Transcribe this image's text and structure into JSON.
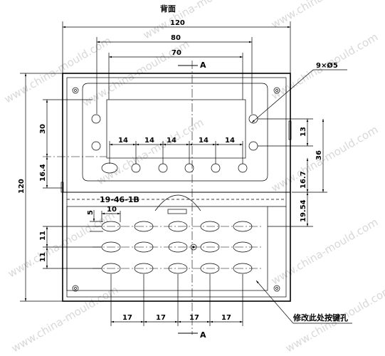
{
  "title": "背面",
  "watermark": "www.china-mould.com",
  "part_number": "19-46-1B",
  "section_label": "A",
  "hole_note": "9×Ø5",
  "callout_note": "修改此处按键孔",
  "dims": {
    "overall_width": "120",
    "overall_height": "120",
    "w80": "80",
    "w70": "70",
    "h30": "30",
    "h16_4": "16.4",
    "h13": "13",
    "h36": "36",
    "h16_7": "16.7",
    "h19_54": "19.54",
    "w10": "10",
    "h5": "5",
    "h11": "11",
    "pitch14": "14",
    "pitch17": "17"
  }
}
